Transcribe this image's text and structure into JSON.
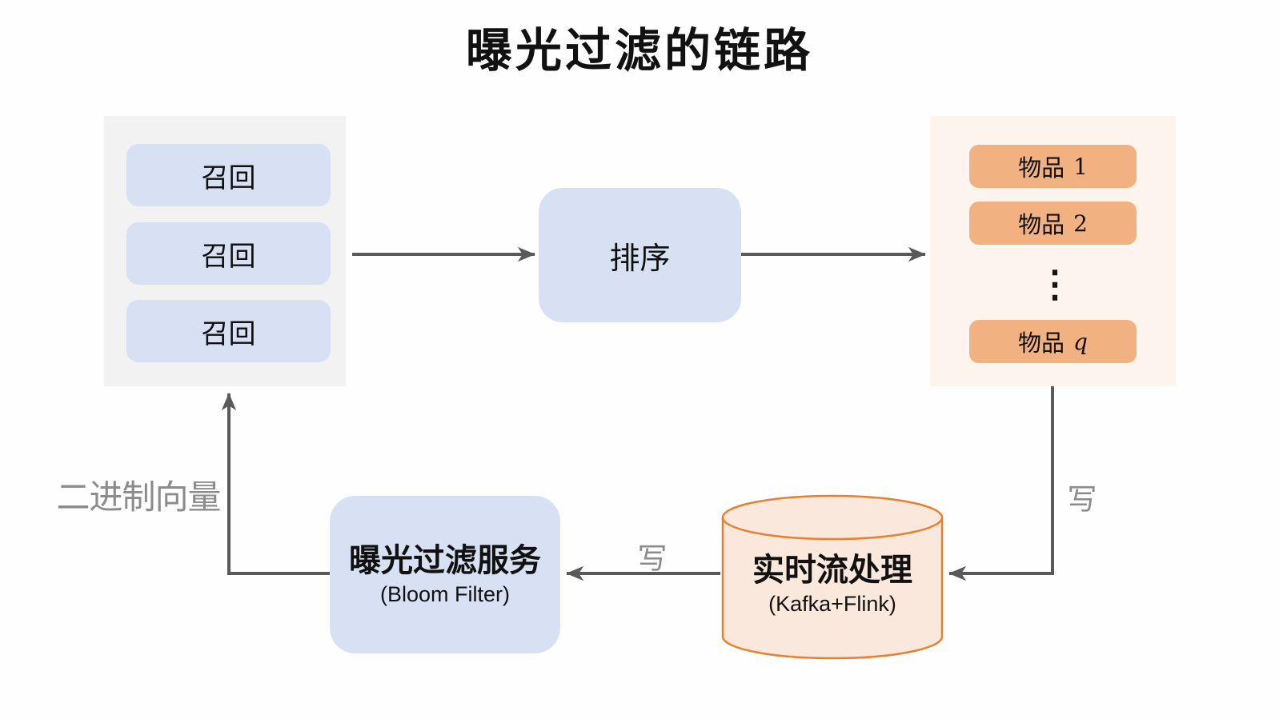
{
  "title": "曝光过滤的链路",
  "colors": {
    "background": "#FEFEFE",
    "panel_gray": "#F2F2F3",
    "node_blue": "#D7E1F3",
    "panel_cream": "#FDF4ED",
    "node_orange": "#F2B181",
    "cylinder_fill": "#FAE8DC",
    "cylinder_stroke": "#E8802F",
    "arrow_gray": "#595959",
    "muted_label_gray": "#8C8C8C",
    "text_black": "#111111"
  },
  "recall_panel": {
    "items": [
      {
        "label": "召回"
      },
      {
        "label": "召回"
      },
      {
        "label": "召回"
      }
    ]
  },
  "ranking_box": {
    "label": "排序"
  },
  "items_panel": {
    "ellipsis": "⋮",
    "items": [
      {
        "cjk": "物品",
        "suffix": "1"
      },
      {
        "cjk": "物品",
        "suffix": "2"
      },
      {
        "cjk": "物品",
        "suffix": "q"
      }
    ]
  },
  "stream_node": {
    "label": "实时流处理",
    "sublabel": "(Kafka+Flink)"
  },
  "filter_node": {
    "label": "曝光过滤服务",
    "sublabel": "(Bloom Filter)"
  },
  "edge_labels": {
    "write_right": "写",
    "write_middle": "写",
    "binary_vector": "二进制向量"
  }
}
